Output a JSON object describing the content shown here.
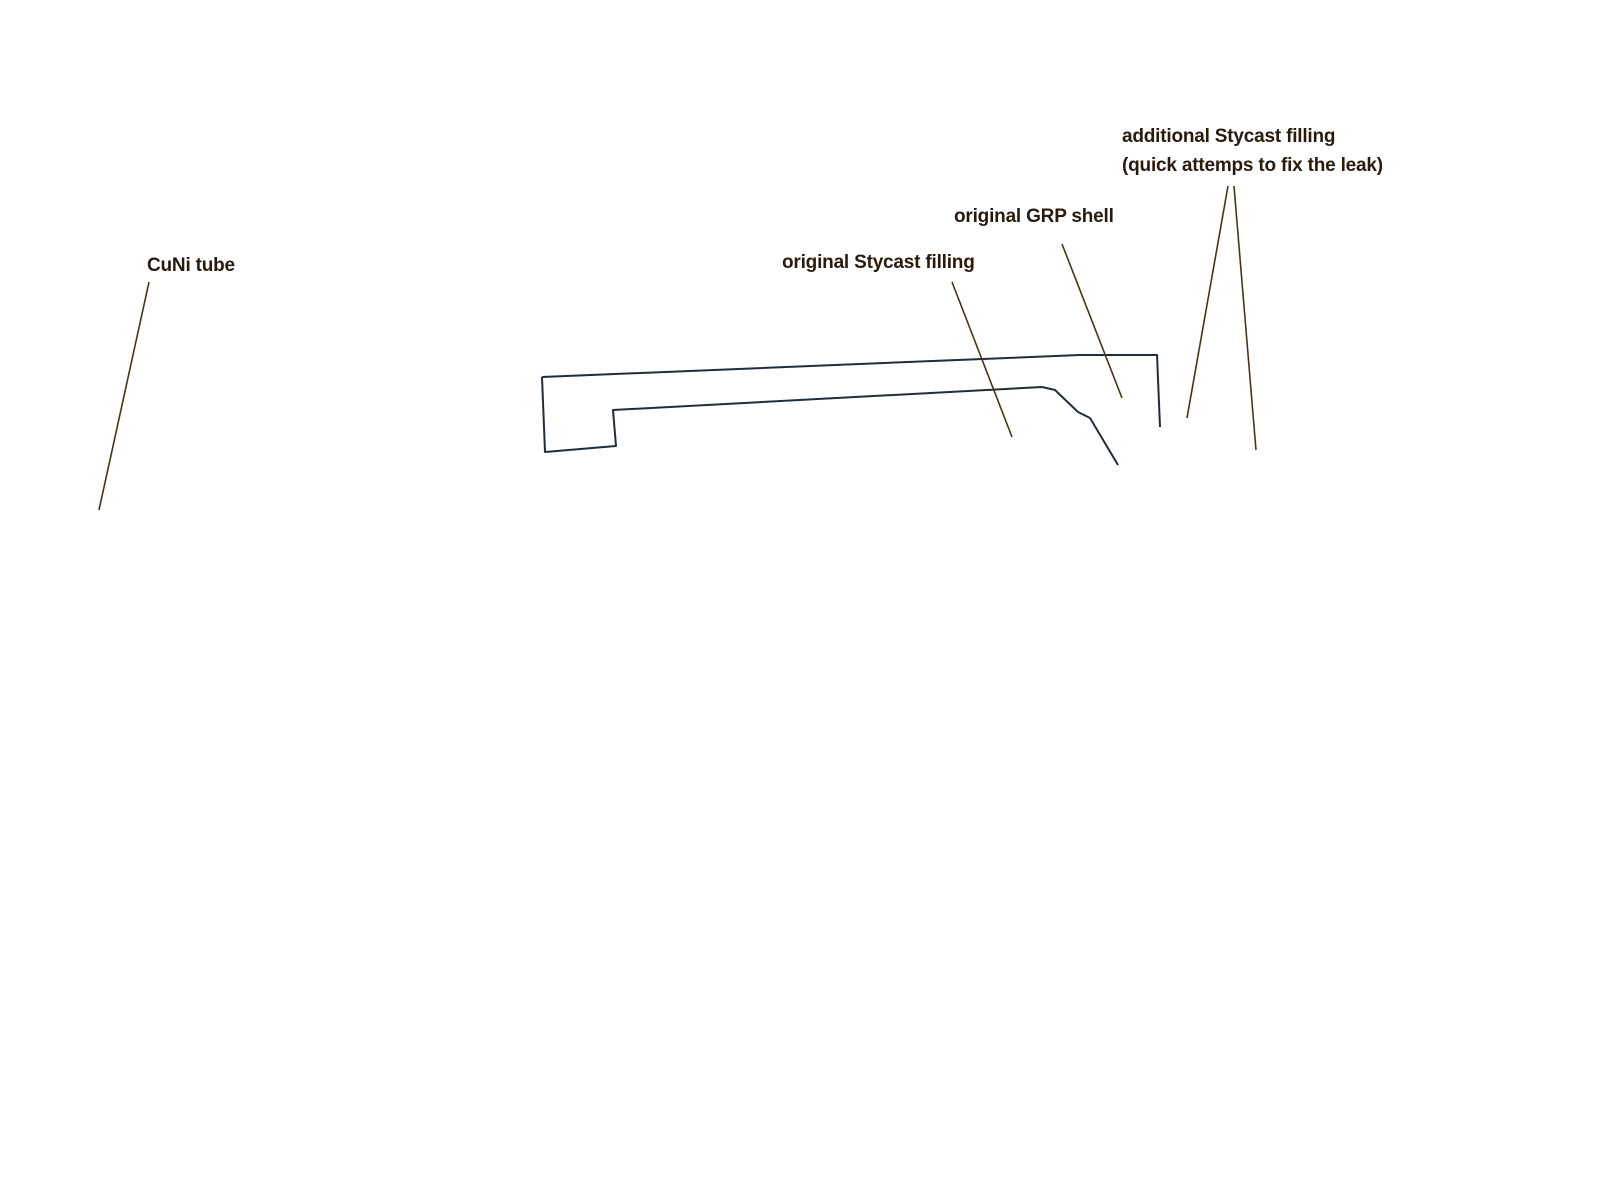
{
  "labels": {
    "cuni_tube": "CuNi tube",
    "original_stycast": "original Stycast filling",
    "original_grp": "original GRP shell",
    "additional_stycast_line1": "additional Stycast filling",
    "additional_stycast_line2": "(quick attemps to fix the leak)"
  },
  "colors": {
    "outline": "#1f2d3d",
    "leader": "#4a3418",
    "text": "#2a1a0c"
  }
}
